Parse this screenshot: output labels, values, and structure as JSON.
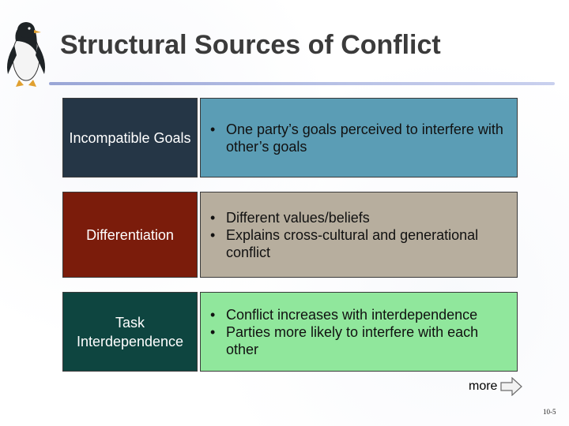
{
  "title": "Structural Sources of Conflict",
  "rows": [
    {
      "label": "Incompatible Goals",
      "bullets": [
        "One party’s goals perceived to interfere with other’s goals"
      ]
    },
    {
      "label": "Differentiation",
      "bullets": [
        "Different values/beliefs",
        "Explains cross-cultural and generational conflict"
      ]
    },
    {
      "label": "Task Interdependence",
      "bullets": [
        "Conflict increases with interdependence",
        "Parties more likely to interfere with each other"
      ]
    }
  ],
  "more_label": "more",
  "page_number": "10-5",
  "colors": {
    "row1_label": "#253646",
    "row1_body": "#5b9db5",
    "row2_label": "#7b1c0b",
    "row2_body": "#b7ae9e",
    "row3_label": "#0e4540",
    "row3_body": "#90e79c"
  },
  "icons": {
    "mascot": "penguin-icon",
    "next": "arrow-right-icon"
  }
}
